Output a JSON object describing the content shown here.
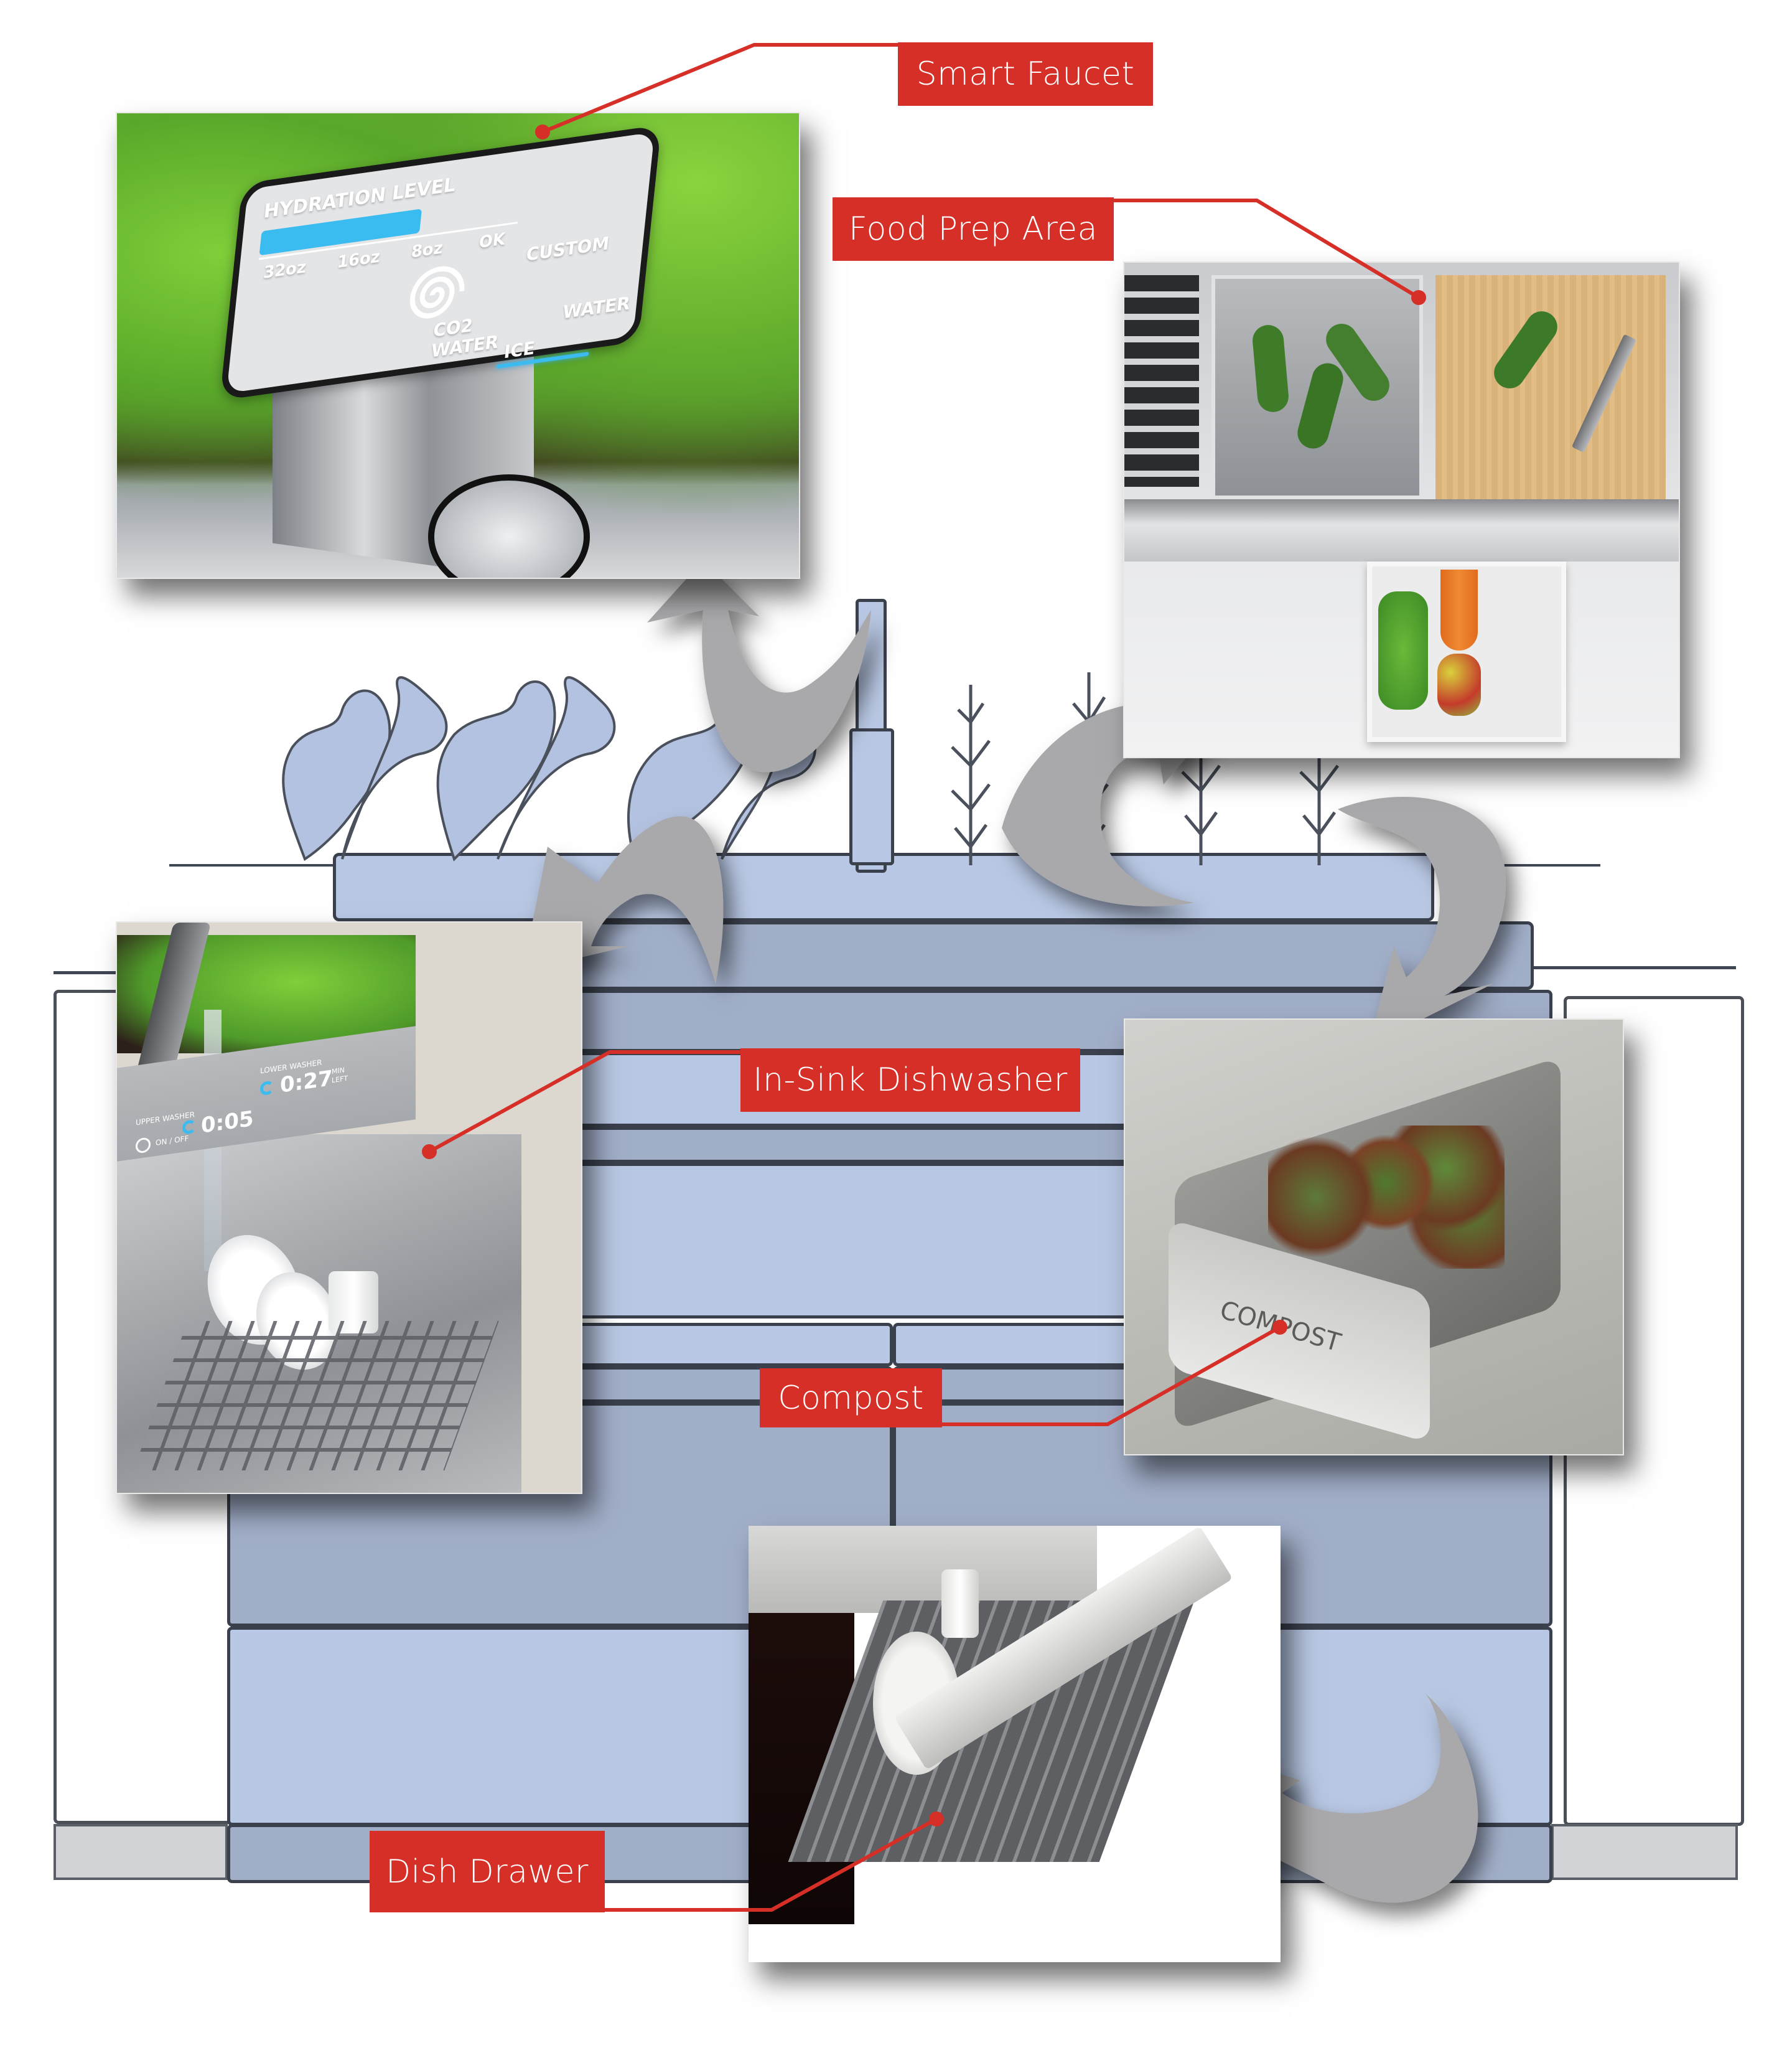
{
  "callouts": {
    "smart_faucet": "Smart Faucet",
    "food_prep_area": "Food Prep Area",
    "in_sink_dishwasher": "In-Sink Dishwasher",
    "compost": "Compost",
    "dish_drawer": "Dish Drawer"
  },
  "faucet_screen": {
    "title": "HYDRATION LEVEL",
    "levels": [
      "32oz",
      "16oz",
      "8oz",
      "OK"
    ],
    "options": {
      "custom": "CUSTOM",
      "co2_water_line1": "CO2",
      "co2_water_line2": "WATER",
      "water": "WATER",
      "ice": "ICE"
    }
  },
  "dishwasher_display": {
    "upper_label": "UPPER WASHER",
    "upper_time": "0:05",
    "lower_label": "LOWER WASHER",
    "lower_time": "0:27",
    "lower_unit_line1": "MIN",
    "lower_unit_line2": "LEFT",
    "power_label": "ON / OFF"
  },
  "compost_drawer": {
    "engraving": "COMPOST"
  },
  "colors": {
    "callout_red": "#d52f27",
    "sketch_blue": "#b8c7e3",
    "sketch_blue_dark": "#a1aec8",
    "sketch_outline": "#3a404c",
    "arrow_gray": "#a9a8aa",
    "display_blue": "#3bbcf0"
  }
}
